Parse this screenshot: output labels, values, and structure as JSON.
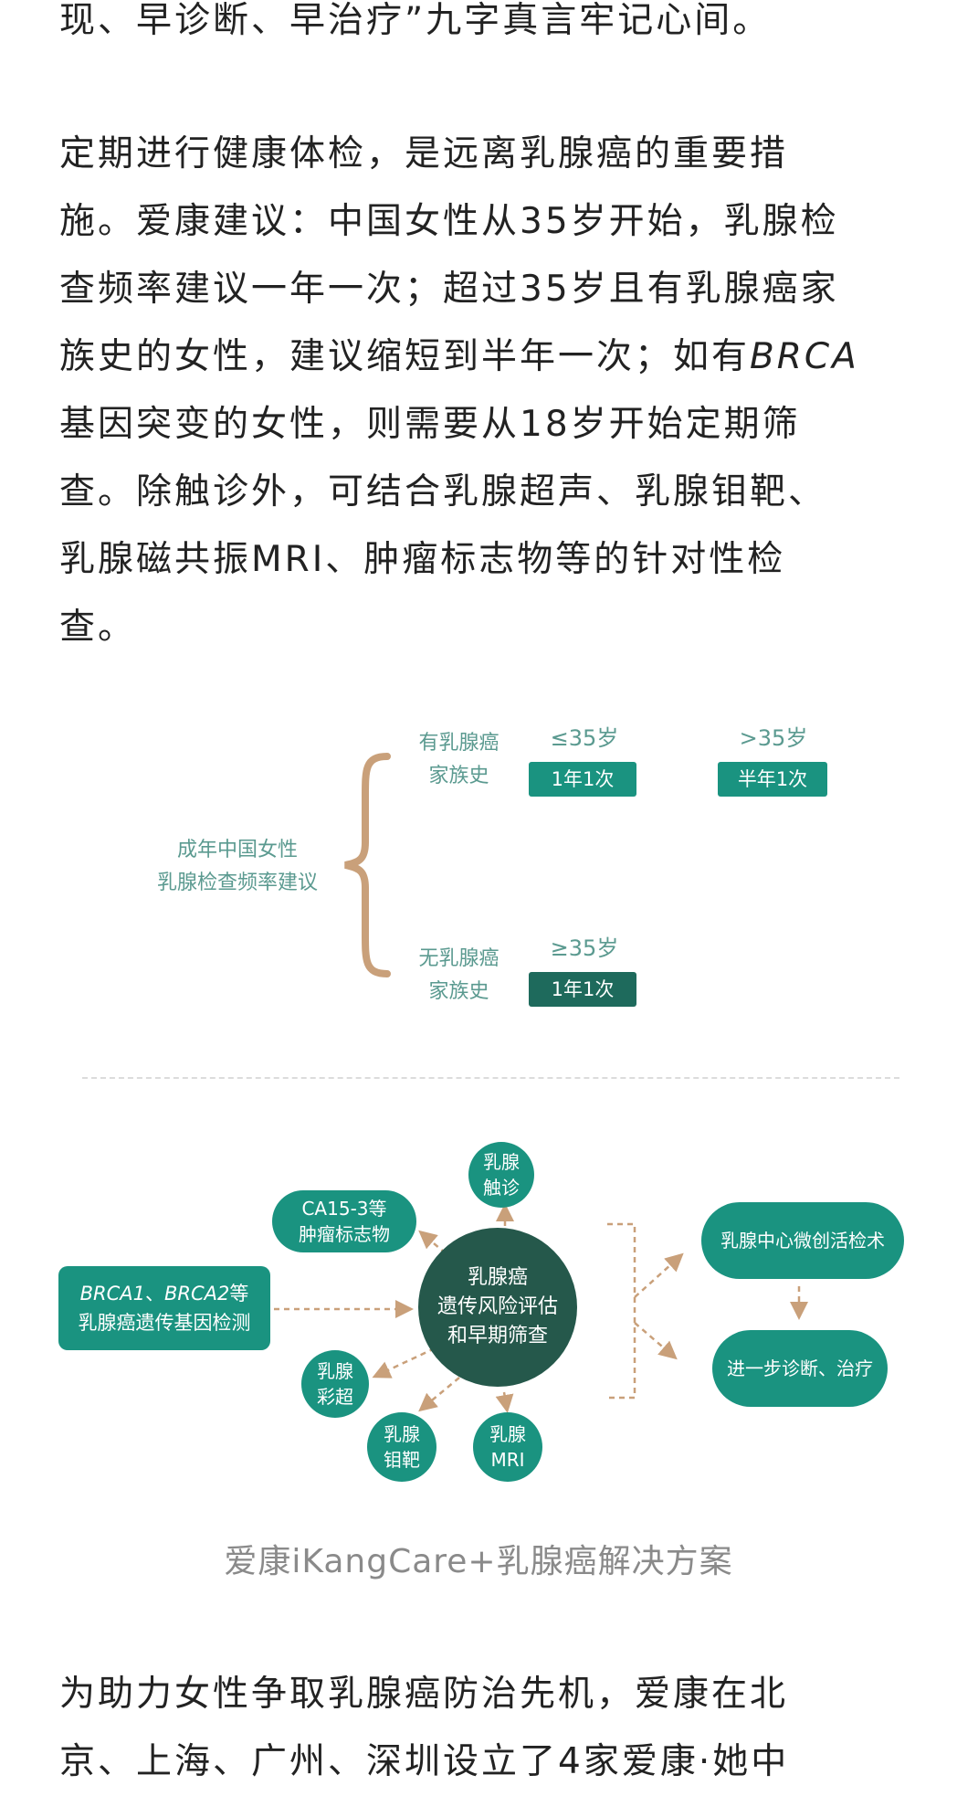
{
  "para1": {
    "lines": [
      "现、早诊断、早治疗”九字真言牢记心间。"
    ]
  },
  "para2": {
    "line1": "定期进行健康体检，是远离乳腺癌的重要措",
    "line2": "施。爱康建议：中国女性从35岁开始，乳腺检",
    "line3": "查频率建议一年一次；超过35岁且有乳腺癌家",
    "line4_pre": "族史的女性，建议缩短到半年一次；如有",
    "line4_italic": "BRCA",
    "line5": "基因突变的女性，则需要从18岁开始定期筛",
    "line6": "查。除触诊外，可结合乳腺超声、乳腺钼靶、",
    "line7": "乳腺磁共振MRI、肿瘤标志物等的针对性检",
    "line8": "查。"
  },
  "chart1": {
    "root_line1": "成年中国女性",
    "root_line2": "乳腺检查频率建议",
    "family_yes_line1": "有乳腺癌",
    "family_yes_line2": "家族史",
    "family_no_line1": "无乳腺癌",
    "family_no_line2": "家族史",
    "le35": "≤35岁",
    "gt35": ">35岁",
    "ge35": "≥35岁",
    "yes_le35_value": "1年1次",
    "yes_gt35_value": "半年1次",
    "no_value": "1年1次",
    "colors": {
      "text": "#5b9a90",
      "pill": "#1a9380",
      "pill_dark": "#1e6a5c",
      "brace": "#c9a07a"
    }
  },
  "chart2": {
    "center_line1": "乳腺癌",
    "center_line2": "遗传风险评估",
    "center_line3": "和早期筛查",
    "palpation_line1": "乳腺",
    "palpation_line2": "触诊",
    "tumor_marker_line1": "CA15-3等",
    "tumor_marker_line2": "肿瘤标志物",
    "brca_italic1": "BRCA1",
    "brca_sep": "、",
    "brca_italic2": "BRCA2",
    "brca_suffix": "等",
    "brca_line2": "乳腺癌遗传基因检测",
    "ultrasound_line1": "乳腺",
    "ultrasound_line2": "彩超",
    "mammo_line1": "乳腺",
    "mammo_line2": "钼靶",
    "mri_line1": "乳腺",
    "mri_line2": "MRI",
    "biopsy": "乳腺中心微创活检术",
    "treatment": "进一步诊断、治疗",
    "colors": {
      "node": "#1a9380",
      "center": "#25584b",
      "arrow": "#c9a07a"
    }
  },
  "caption": "爱康iKangCare+乳腺癌解决方案",
  "para3": {
    "line1": "为助力女性争取乳腺癌防治先机，爱康在北",
    "line2": "京、上海、广州、深圳设立了4家爱康·她中"
  }
}
